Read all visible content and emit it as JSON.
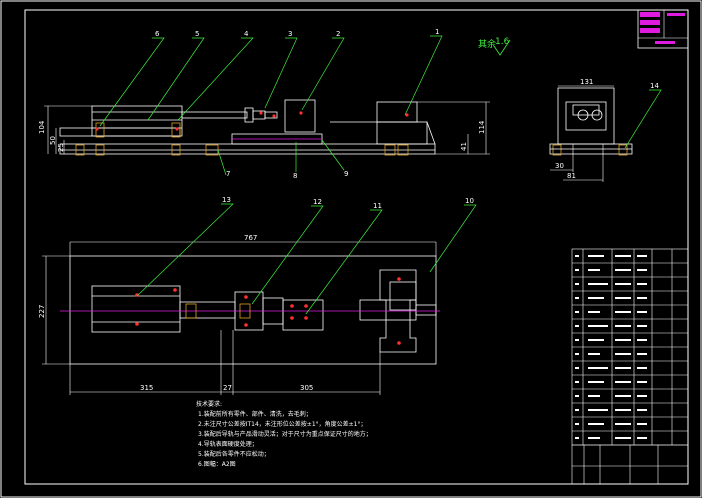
{
  "colors": {
    "background": "#000000",
    "frame": "#ffffff",
    "leader": "#3df03d",
    "centerline": "#e01be0",
    "hatch": "#e0a020"
  },
  "balloons": [
    "1",
    "2",
    "3",
    "4",
    "5",
    "6",
    "7",
    "8",
    "9",
    "10",
    "11",
    "12",
    "13",
    "14"
  ],
  "dims": {
    "front_total_height": "104",
    "front_small1": "50",
    "front_small2": "25",
    "front_right_height": "114",
    "front_right_small": "41",
    "side_width": "131",
    "side_small": "30",
    "side_lower": "81",
    "top_length": "767",
    "top_width": "227",
    "top_left": "315",
    "top_mid": "27",
    "top_right": "305"
  },
  "roughness": {
    "prefix": "其余",
    "value": "1.6"
  },
  "notes": {
    "title": "技术要求:",
    "lines": [
      "1.装配前所有零件、部件、清洗，去毛刺；",
      "2.未注尺寸公差按IT14，未注形位公差按±1°，角度公差±1°；",
      "3.装配后导轨与产品滑动灵活；对于尺寸为重点保证尺寸的地方；",
      "4.导轨表面硬度处理；",
      "5.装配后各零件不应松动；",
      "6.图幅：A2图"
    ]
  }
}
